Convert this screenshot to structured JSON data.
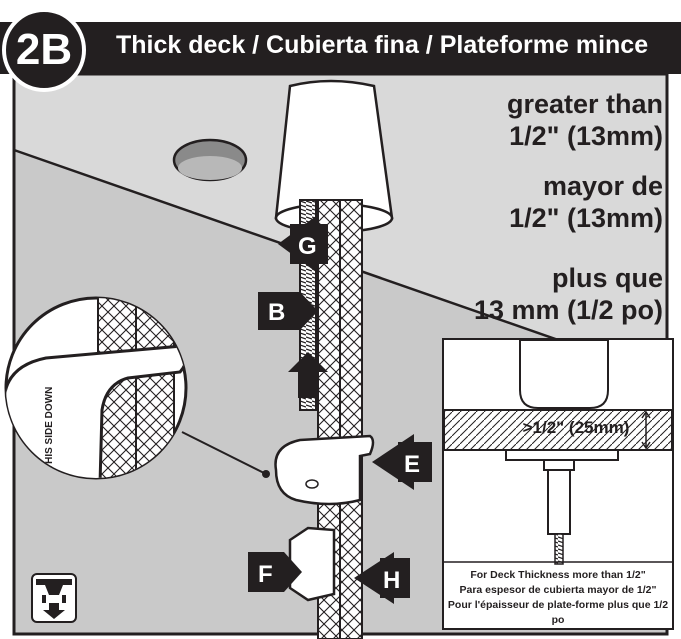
{
  "header": {
    "step": "2B",
    "title": "Thick deck / Cubierta fina / Plateforme mince"
  },
  "specs": {
    "english": [
      "greater than",
      "1/2\" (13mm)"
    ],
    "spanish": [
      "mayor de",
      "1/2\" (13mm)"
    ],
    "french": [
      "plus que",
      "13 mm (1/2 po)"
    ]
  },
  "part_labels": {
    "g": "G",
    "b": "B",
    "e": "E",
    "f": "F",
    "h": "H"
  },
  "bracket_stamp": "THIS SIDE DOWN",
  "inset": {
    "dimension": ">1/2\" (25mm)",
    "notes": [
      "For Deck Thickness more than 1/2\"",
      "Para espesor de cubierta mayor de 1/2\"",
      "Pour l'épaisseur de plate-forme plus que 1/2 po"
    ]
  },
  "colors": {
    "ink": "#231f20",
    "deck": "#d9d9d9",
    "deck_edge": "#c9c9c9",
    "paper": "#ffffff"
  },
  "icons": [
    "below-deck-install-icon",
    "up-arrow-icon",
    "down-arrow-icon"
  ]
}
